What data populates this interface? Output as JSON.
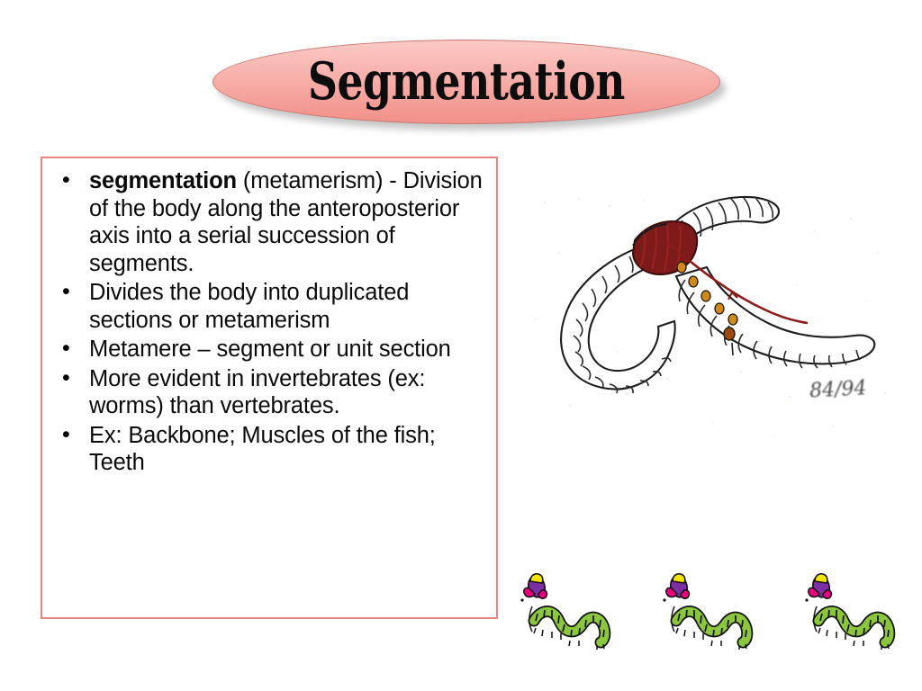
{
  "slide": {
    "title": "Segmentation",
    "background_color": "#ffffff",
    "title_ellipse_color": "#f7aaa4",
    "textbox_border_color": "#e8857e"
  },
  "bullets": [
    {
      "bold_term": "segmentation",
      "text": " (metamerism) - Division of the body along the anteroposterior axis into a serial succession of segments."
    },
    {
      "bold_term": "",
      "text": "Divides the body into duplicated sections or metamerism"
    },
    {
      "bold_term": "",
      "text": "Metamere – segment or unit section"
    },
    {
      "bold_term": "",
      "text": "More evident in invertebrates (ex: worms) than vertebrates."
    },
    {
      "bold_term": "",
      "text": "Ex: Backbone; Muscles of the fish; Teeth"
    }
  ],
  "figures": {
    "earthworm_sketch": {
      "name": "segmented-earthworm-ink-drawing",
      "caption": "",
      "signature": "84/94",
      "body_color": "#ffffff",
      "outline_color": "#1a1a1a",
      "clitellum_color": "#8f1f1f",
      "dot_color": "#d68a1e"
    },
    "caterpillars": {
      "name": "cartoon-caterpillar-clipart",
      "count": 3,
      "body_color": "#8cc63f",
      "head_color": "#f2e205",
      "wing_color": "#e6007e",
      "wing_color2": "#7b2fa0"
    }
  }
}
